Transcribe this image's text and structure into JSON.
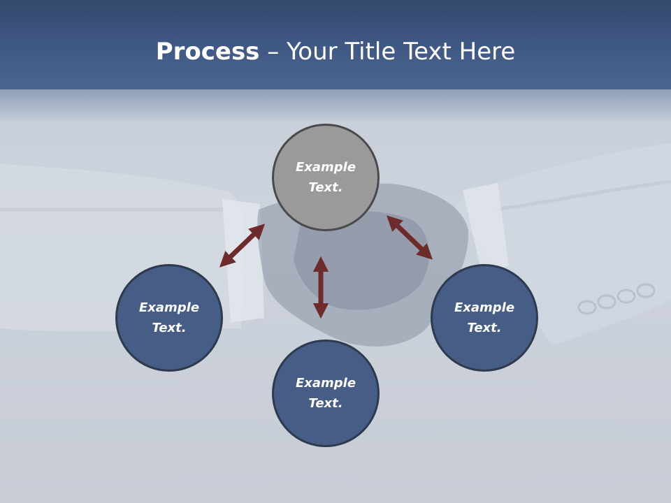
{
  "slide": {
    "title_bold": "Process",
    "title_rest": " – Your Title Text Here"
  },
  "nodes": [
    {
      "id": "top",
      "label": "Example Text.",
      "color": "#9a9a9a"
    },
    {
      "id": "left",
      "label": "Example Text.",
      "color": "#465d86"
    },
    {
      "id": "right",
      "label": "Example Text.",
      "color": "#465d86"
    },
    {
      "id": "bottom",
      "label": "Example Text.",
      "color": "#465d86"
    }
  ],
  "colors": {
    "header": "#3e5682",
    "arrow": "#6e2b2b",
    "node_blue": "#465d86",
    "node_grey": "#9a9a9a"
  },
  "icons": {
    "background": "handshake-image"
  }
}
